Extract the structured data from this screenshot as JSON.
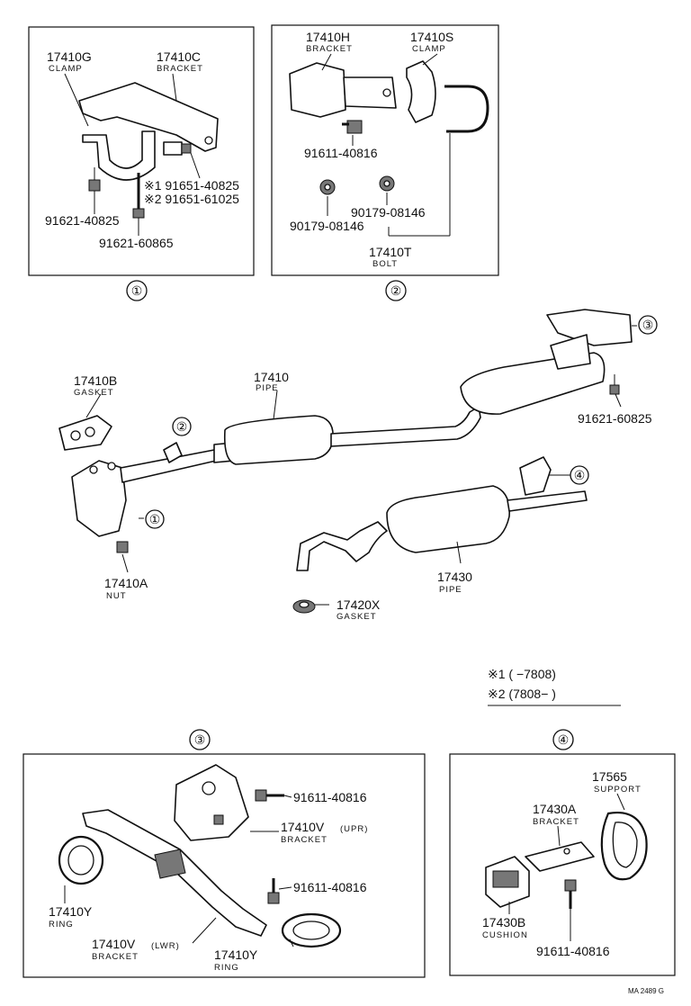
{
  "callouts": [
    "①",
    "②",
    "③",
    "④"
  ],
  "box1": {
    "clamp_pn": "17410G",
    "clamp_name": "CLAMP",
    "bracket_pn": "17410C",
    "bracket_name": "BRACKET",
    "bolt_note_1": "※1  91651-40825",
    "bolt_note_2": "※2  91651-61025",
    "bolt_pn": "91621-40825",
    "stud_pn": "91621-60865"
  },
  "box2": {
    "bracket_pn": "17410H",
    "bracket_name": "BRACKET",
    "clamp_pn": "17410S",
    "clamp_name": "CLAMP",
    "bolt_pn": "91611-40816",
    "nut_a_pn": "90179-08146",
    "nut_b_pn": "90179-08146",
    "ubolt_pn": "17410T",
    "ubolt_name": "BOLT"
  },
  "main": {
    "gasket_pn": "17410B",
    "gasket_name": "GASKET",
    "pipe_pn": "17410",
    "pipe_name": "PIPE",
    "bolt_pn": "91621-60825",
    "nut_pn": "17410A",
    "nut_name": "NUT",
    "tail_pipe_pn": "17430",
    "tail_pipe_name": "PIPE",
    "gasket2_pn": "17420X",
    "gasket2_name": "GASKET"
  },
  "notes": {
    "n1": "※1  (        −7808)",
    "n2": "※2  (7808−        )"
  },
  "box3": {
    "bolt_a_pn": "91611-40816",
    "upr_pn": "17410V",
    "upr_suffix": "(UPR)",
    "upr_name": "BRACKET",
    "bolt_b_pn": "91611-40816",
    "ring_a_pn": "17410Y",
    "ring_a_name": "RING",
    "lwr_pn": "17410V",
    "lwr_suffix": "(LWR)",
    "lwr_name": "BRACKET",
    "ring_b_pn": "17410Y",
    "ring_b_name": "RING"
  },
  "box4": {
    "support_pn": "17565",
    "support_name": "SUPPORT",
    "bracket_pn": "17430A",
    "bracket_name": "BRACKET",
    "cushion_pn": "17430B",
    "cushion_name": "CUSHION",
    "bolt_pn": "91611-40816"
  },
  "reference_code": "MA 2489 G"
}
